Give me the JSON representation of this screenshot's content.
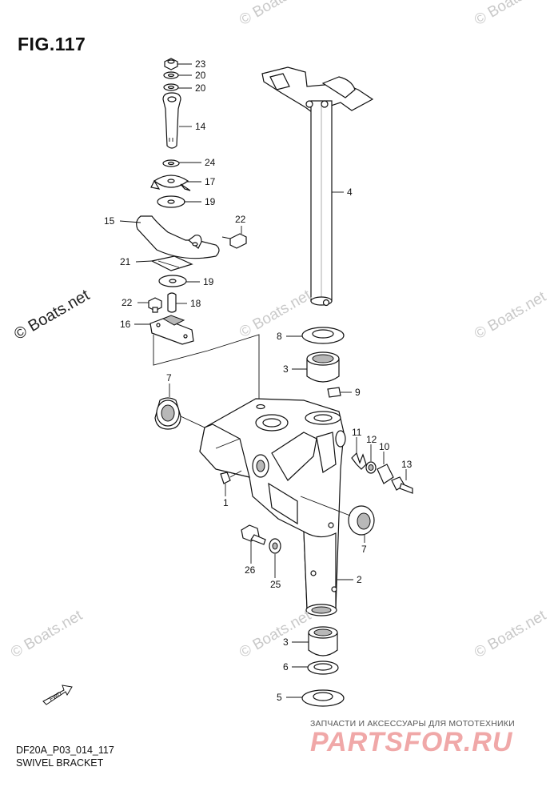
{
  "figure": {
    "title": "FIG.117",
    "doc_code": "DF20A_P03_014_117",
    "name": "SWIVEL BRACKET"
  },
  "callouts": [
    "23",
    "20",
    "20",
    "14",
    "24",
    "17",
    "19",
    "15",
    "22",
    "21",
    "19",
    "22",
    "18",
    "16",
    "4",
    "8",
    "3",
    "9",
    "7",
    "11",
    "12",
    "10",
    "13",
    "1",
    "7",
    "26",
    "25",
    "2",
    "3",
    "6",
    "5"
  ],
  "watermarks": {
    "main": "© Boats.net",
    "faint": "© Boats.net"
  },
  "fwd_label": "FWD",
  "promo": {
    "tagline": "ЗАПЧАСТИ И АКСЕССУАРЫ ДЛЯ МОТОТЕХНИКИ",
    "brand": "PARTSFOR.RU"
  }
}
